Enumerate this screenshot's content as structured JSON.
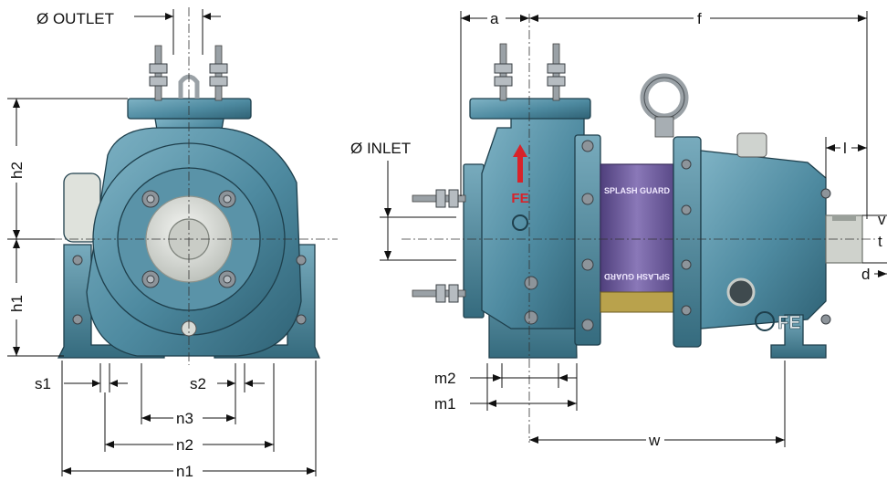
{
  "labels": {
    "outlet": "Ø OUTLET",
    "inlet": "Ø INLET",
    "h1": "h1",
    "h2": "h2",
    "s1": "s1",
    "s2": "s2",
    "n1": "n1",
    "n2": "n2",
    "n3": "n3",
    "a": "a",
    "f": "f",
    "l": "l",
    "m1": "m1",
    "m2": "m2",
    "w": "w",
    "d": "d",
    "v": "v",
    "t": "t"
  },
  "marks": {
    "fe": "FE",
    "fe_logo": "FE",
    "splash_guard": "SPLASH GUARD",
    "splash_guard_mirrored": "SPLASH GUARD"
  },
  "colors": {
    "pump_body": "#4e8aa0",
    "pump_shadow": "#2f6275",
    "pump_highlight": "#7fb3c5",
    "guard_purple": "#6d5a9c",
    "inlet_boss": "#d9dcd8",
    "arrow_red": "#d8232a",
    "background": "#ffffff"
  }
}
